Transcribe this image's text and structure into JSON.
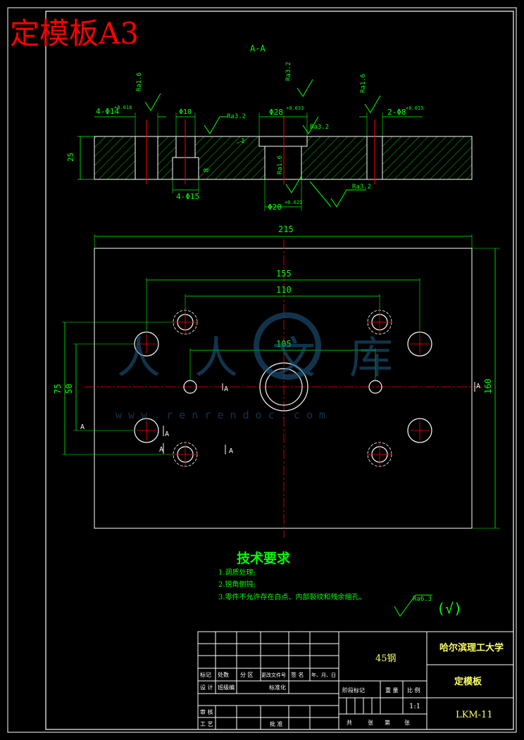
{
  "sheet": {
    "title": "定模板A3",
    "section_label": "A-A"
  },
  "colors": {
    "background": "#000000",
    "outline": "#ffffff",
    "dimension": "#00ff00",
    "centerline": "#ff0000",
    "roughness": "#00ff00",
    "title_text": "#ff0000",
    "watermark": "#1f5f8a"
  },
  "section_view": {
    "thickness_dim": "25",
    "ra_top_left": "Ra1.6",
    "ra_top_middle": "Ra3.2",
    "ra_top_right": "Ra1.6",
    "ra_mid_left": "Ra3.2",
    "ra_mid_right": "Ra3.2",
    "ra_bore": "Ra1.6",
    "ra_bottom": "Ra3.2",
    "dim_left_holes": "4-Φ14",
    "dim_left_holes_tol": "+0.018",
    "dim_small_bore": "Φ10",
    "dim_center_top": "Φ28",
    "dim_center_top_tol": "+0.033",
    "dim_right_holes": "2-Φ8",
    "dim_right_holes_tol": "+0.015",
    "dim_counterbore": "4-Φ15",
    "dim_counterbore_depth": "8",
    "dim_center_bottom": "Φ20",
    "dim_center_bottom_tol": "+0.021",
    "dim_chamfer": "1"
  },
  "plan_view": {
    "dim_width": "215",
    "dim_height": "160",
    "dim_155": "155",
    "dim_110": "110",
    "dim_105": "105",
    "dim_75": "75",
    "dim_50": "50",
    "section_mark": "A"
  },
  "watermark": {
    "text": "人人文库",
    "url": "w w w . r e n r e n d o c . c o m"
  },
  "requirements": {
    "heading": "技术要求",
    "items": [
      "1.调质处理;",
      "2.锐角倒钝;",
      "3.零件不允许存在白点、内部裂纹和残余缩孔。"
    ],
    "ra_general": "Ra6.3",
    "ra_paren": "(√)"
  },
  "title_block": {
    "material": "45钢",
    "school": "哈尔滨理工大学",
    "part_name": "定模板",
    "drawing_no": "LKM-11",
    "scale": "1:1",
    "h_mark": "标记",
    "h_count": "处数",
    "h_zone": "分 区",
    "h_change": "更改文件号",
    "h_sign": "签 名",
    "h_date": "年、月、日",
    "h_design": "设 计",
    "h_designer": "班级编",
    "h_standard": "标准化",
    "h_stage": "阶段标记",
    "h_weight": "重 量",
    "h_scale": "比 例",
    "h_check": "审 核",
    "h_process": "工 艺",
    "h_approve": "批 准",
    "h_total": "共",
    "h_sheet": "张",
    "h_no": "第",
    "h_sheet2": "张"
  }
}
